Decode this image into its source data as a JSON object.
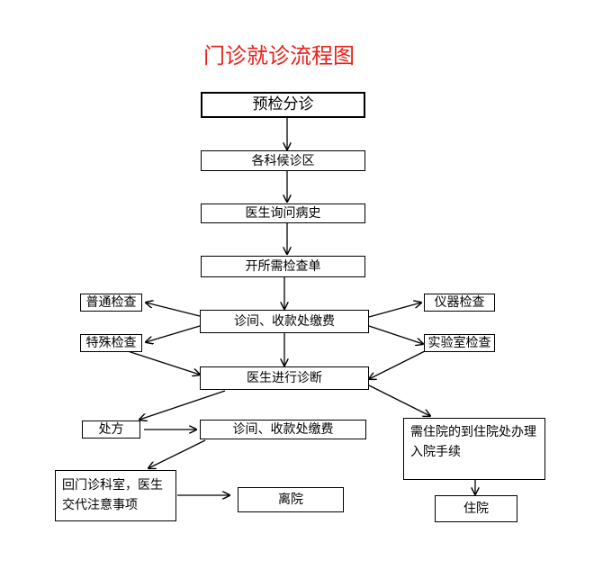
{
  "title": "门诊就诊流程图",
  "nodes": {
    "pre_triage": "预检分诊",
    "waiting_area": "各科候诊区",
    "history": "医生询问病史",
    "order_tests": "开所需检查单",
    "payment_1": "诊间、收款处缴费",
    "general_exam": "普通检查",
    "special_exam": "特殊检查",
    "instrument_exam": "仪器检查",
    "lab_exam": "实验室检查",
    "diagnosis": "医生进行诊断",
    "prescription": "处方",
    "payment_2": "诊间、收款处缴费",
    "admission": "需住院的到住院处办理入院手续",
    "return_clinic": "回门诊科室，医生交代注意事项",
    "leave": "离院",
    "hospitalized": "住院"
  }
}
